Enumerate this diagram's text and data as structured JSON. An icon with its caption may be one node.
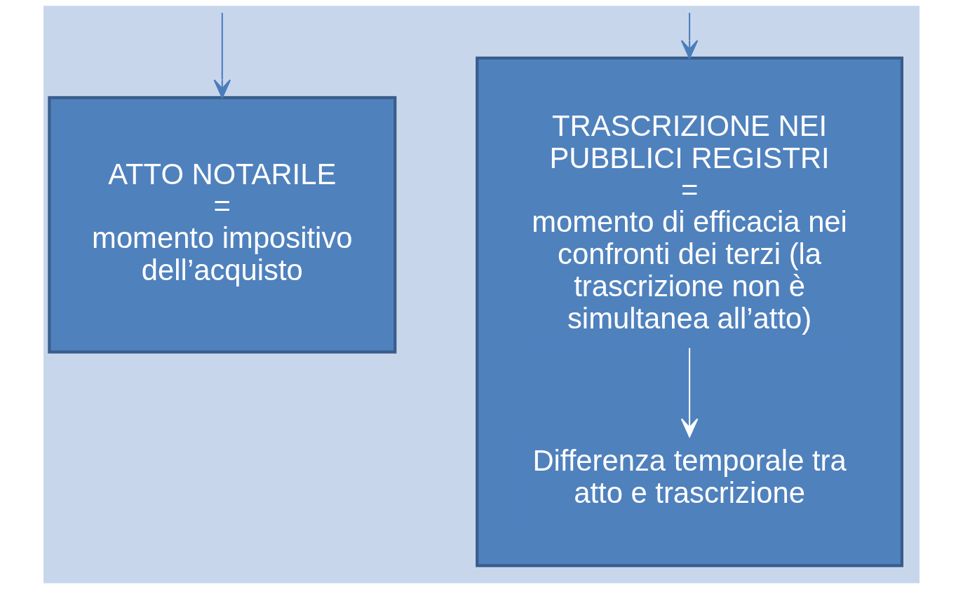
{
  "diagram": {
    "nodes": [
      {
        "text": [
          "ATTO NOTARILE",
          "=",
          "momento impositivo dell’acquisto"
        ]
      },
      {
        "text": [],
        "shape": "box"
      },
      {
        "text": [
          "TRASCRIZIONE NEI PUBBLICI REGISTRI",
          "=",
          "momento di efficacia nei confronti dei terzi (la trascrizione non è simultanea all’atto)"
        ],
        "in": 1
      },
      {
        "text": [
          "Differenza temporale tra atto e trascrizione"
        ],
        "in": 1
      }
    ],
    "edges": [
      {
        "from": null,
        "to": 0,
        "arrow": "to"
      },
      {
        "from": null,
        "to": 1,
        "arrow": "to"
      },
      {
        "from": 2,
        "to": 3,
        "arrow": "to",
        "color": "#ffffff"
      }
    ]
  }
}
